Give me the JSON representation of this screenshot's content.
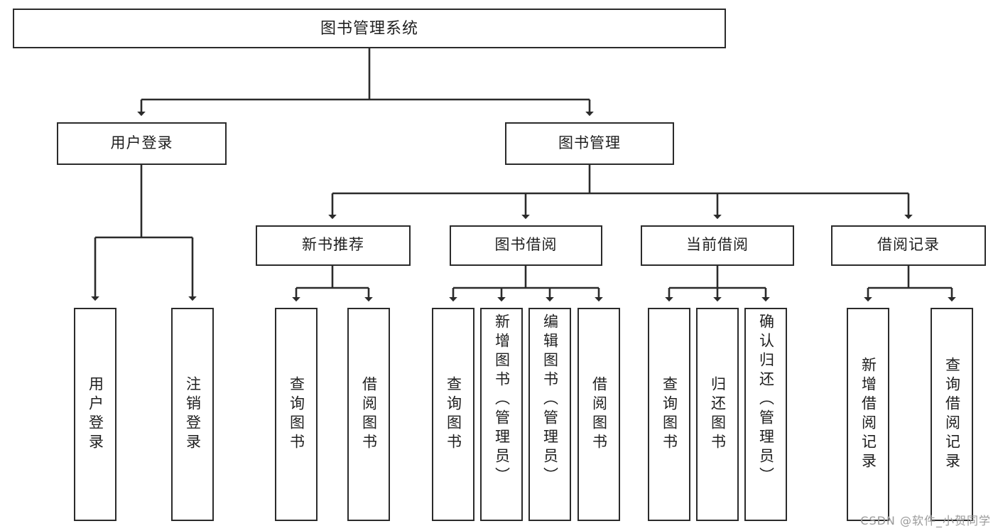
{
  "diagram": {
    "title": "图书管理系统",
    "type": "tree-hierarchy-functional-decomposition",
    "root": {
      "label": "图书管理系统"
    },
    "level2": [
      {
        "label": "用户登录"
      },
      {
        "label": "图书管理"
      }
    ],
    "level3": [
      {
        "label": "新书推荐"
      },
      {
        "label": "图书借阅"
      },
      {
        "label": "当前借阅"
      },
      {
        "label": "借阅记录"
      }
    ],
    "leaves": {
      "user_login": [
        {
          "label": "用户登录"
        },
        {
          "label": "注销登录"
        }
      ],
      "new_book_recommend": [
        {
          "label": "查询图书"
        },
        {
          "label": "借阅图书"
        }
      ],
      "book_borrow": [
        {
          "label": "查询图书"
        },
        {
          "label": "新增图书（管理员）"
        },
        {
          "label": "编辑图书（管理员）"
        },
        {
          "label": "借阅图书"
        }
      ],
      "current_borrow": [
        {
          "label": "查询图书"
        },
        {
          "label": "归还图书"
        },
        {
          "label": "确认归还（管理员）"
        }
      ],
      "borrow_records": [
        {
          "label": "新增借阅记录"
        },
        {
          "label": "查询借阅记录"
        }
      ]
    }
  },
  "watermark": {
    "text": "CSDN @软件_小贺同学"
  },
  "colors": {
    "box_border": "#2b2b2b",
    "box_fill": "#ffffff",
    "text": "#1f1f1f",
    "edge": "#2b2b2b",
    "watermark": "#9a9a9a",
    "background": "#ffffff"
  }
}
